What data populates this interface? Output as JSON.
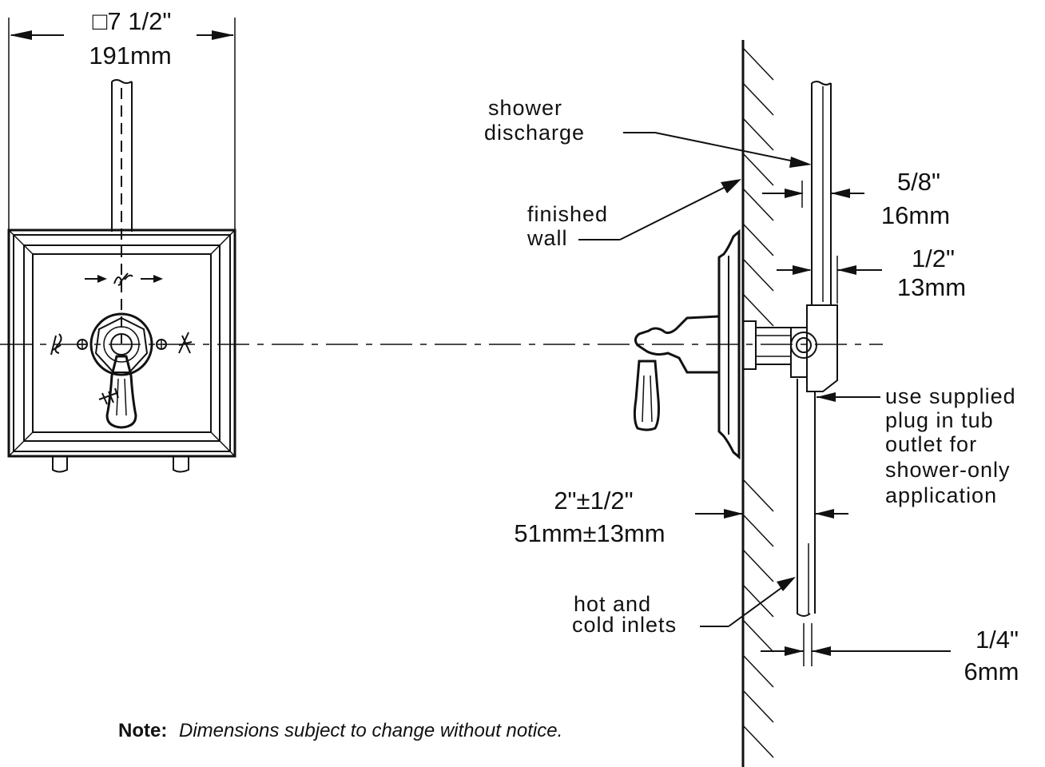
{
  "front_view": {
    "width_in": "□7 1/2\"",
    "width_mm": "191mm",
    "handle_marks": {
      "top": "off",
      "left": "cold",
      "right": "hot",
      "bottom": "warm"
    }
  },
  "side_view": {
    "shower_label_line1": "shower",
    "shower_label_line2": "discharge",
    "wall_label_line1": "finished",
    "wall_label_line2": "wall",
    "dim_58_in": "5/8\"",
    "dim_58_mm": "16mm",
    "dim_12_in": "1/2\"",
    "dim_12_mm": "13mm",
    "plug_line1": "use supplied",
    "plug_line2": "plug in tub",
    "plug_line3": "outlet for",
    "plug_line4": "shower-only",
    "plug_line5": "application",
    "dim_2_in": "2\"±1/2\"",
    "dim_2_mm": "51mm±13mm",
    "inlets_line1": "hot and",
    "inlets_line2": "cold inlets",
    "dim_14_in": "1/4\"",
    "dim_14_mm": "6mm"
  },
  "note": {
    "label": "Note:",
    "text": "Dimensions subject to change without notice."
  }
}
